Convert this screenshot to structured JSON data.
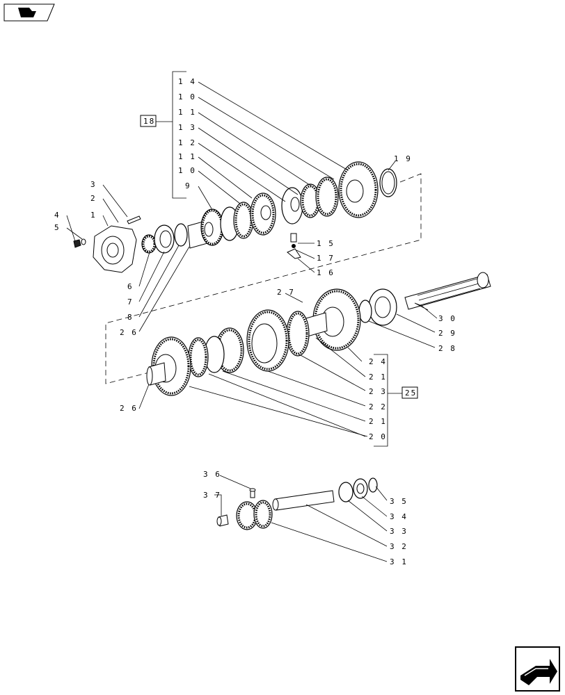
{
  "diagram": {
    "group_labels": {
      "left_group": "18",
      "right_group": "25"
    },
    "callouts": {
      "c1": "1",
      "c2": "2",
      "c3": "3",
      "c4": "4",
      "c5": "5",
      "c6": "6",
      "c7": "7",
      "c8": "8",
      "c26a": "2 6",
      "c9": "9",
      "c10a": "1 0",
      "c11a": "1 1",
      "c12": "1 2",
      "c13": "1 3",
      "c11b": "1 1",
      "c10b": "1 0",
      "c14": "1 4",
      "c15": "1 5",
      "c16": "1 6",
      "c17": "1 7",
      "c19": "1 9",
      "c27": "2 7",
      "c30": "3 0",
      "c29": "2 9",
      "c28": "2 8",
      "c24": "2 4",
      "c21a": "2 1",
      "c23": "2 3",
      "c22": "2 2",
      "c21b": "2 1",
      "c20": "2 0",
      "c26b": "2 6",
      "c36": "3 6",
      "c37": "3 7",
      "c35": "3 5",
      "c34": "3 4",
      "c33": "3 3",
      "c32": "3 2",
      "c31": "3 1"
    }
  }
}
